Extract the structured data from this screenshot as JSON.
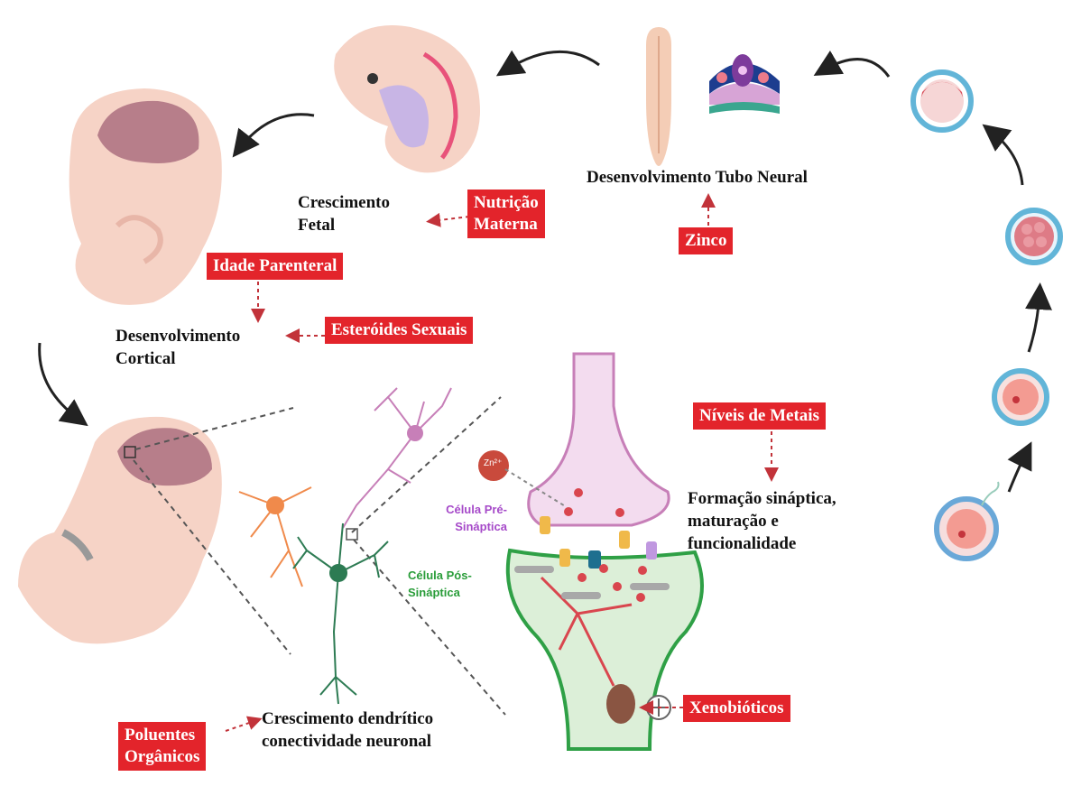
{
  "labels": {
    "tubo_neural": "Desenvolvimento Tubo Neural",
    "crescimento_fetal_1": "Crescimento",
    "crescimento_fetal_2": "Fetal",
    "cortical_1": "Desenvolvimento",
    "cortical_2": "Cortical",
    "sinaptica_1": "Formação sináptica,",
    "sinaptica_2": "maturação e",
    "sinaptica_3": "funcionalidade",
    "dendritico_1": "Crescimento dendrítico",
    "dendritico_2": "conectividade neuronal",
    "pre_sinaptica_1": "Célula Pré-",
    "pre_sinaptica_2": "Sináptica",
    "pos_sinaptica_1": "Célula Pós-",
    "pos_sinaptica_2": "Sináptica",
    "zinc_ion": "Zn²⁺"
  },
  "factors": {
    "nutricao_1": "Nutrição",
    "nutricao_2": "Materna",
    "zinco": "Zinco",
    "idade": "Idade Parenteral",
    "esteroides": "Esteróides Sexuais",
    "metais": "Níveis de Metais",
    "xenobioticos": "Xenobióticos",
    "poluentes_1": "Poluentes",
    "poluentes_2": "Orgânicos"
  },
  "colors": {
    "factor_box": "#e3242b",
    "presynaptic": "#a64ac9",
    "postsynaptic": "#2a9d3a",
    "embryo_skin": "#f4d2c8",
    "brain": "#b77e8a"
  }
}
